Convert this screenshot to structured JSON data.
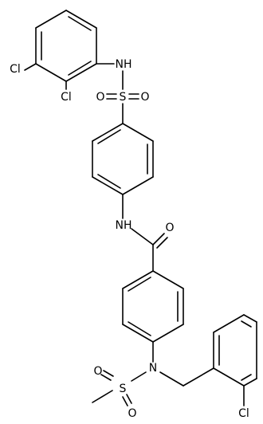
{
  "atom_labels": {
    "cl_top_left": "Cl",
    "cl_top_ortho": "Cl",
    "nh_sulfonamide": "NH",
    "sulfonyl_sulfur": "S",
    "sulfonyl_oxygen_left": "O",
    "sulfonyl_oxygen_right": "O",
    "nh_amide": "NH",
    "carbonyl_oxygen": "O",
    "amine_nitrogen": "N",
    "mesyl_sulfur": "S",
    "mesyl_oxygen_top": "O",
    "mesyl_oxygen_bottom": "O",
    "cl_bottom": "Cl"
  }
}
